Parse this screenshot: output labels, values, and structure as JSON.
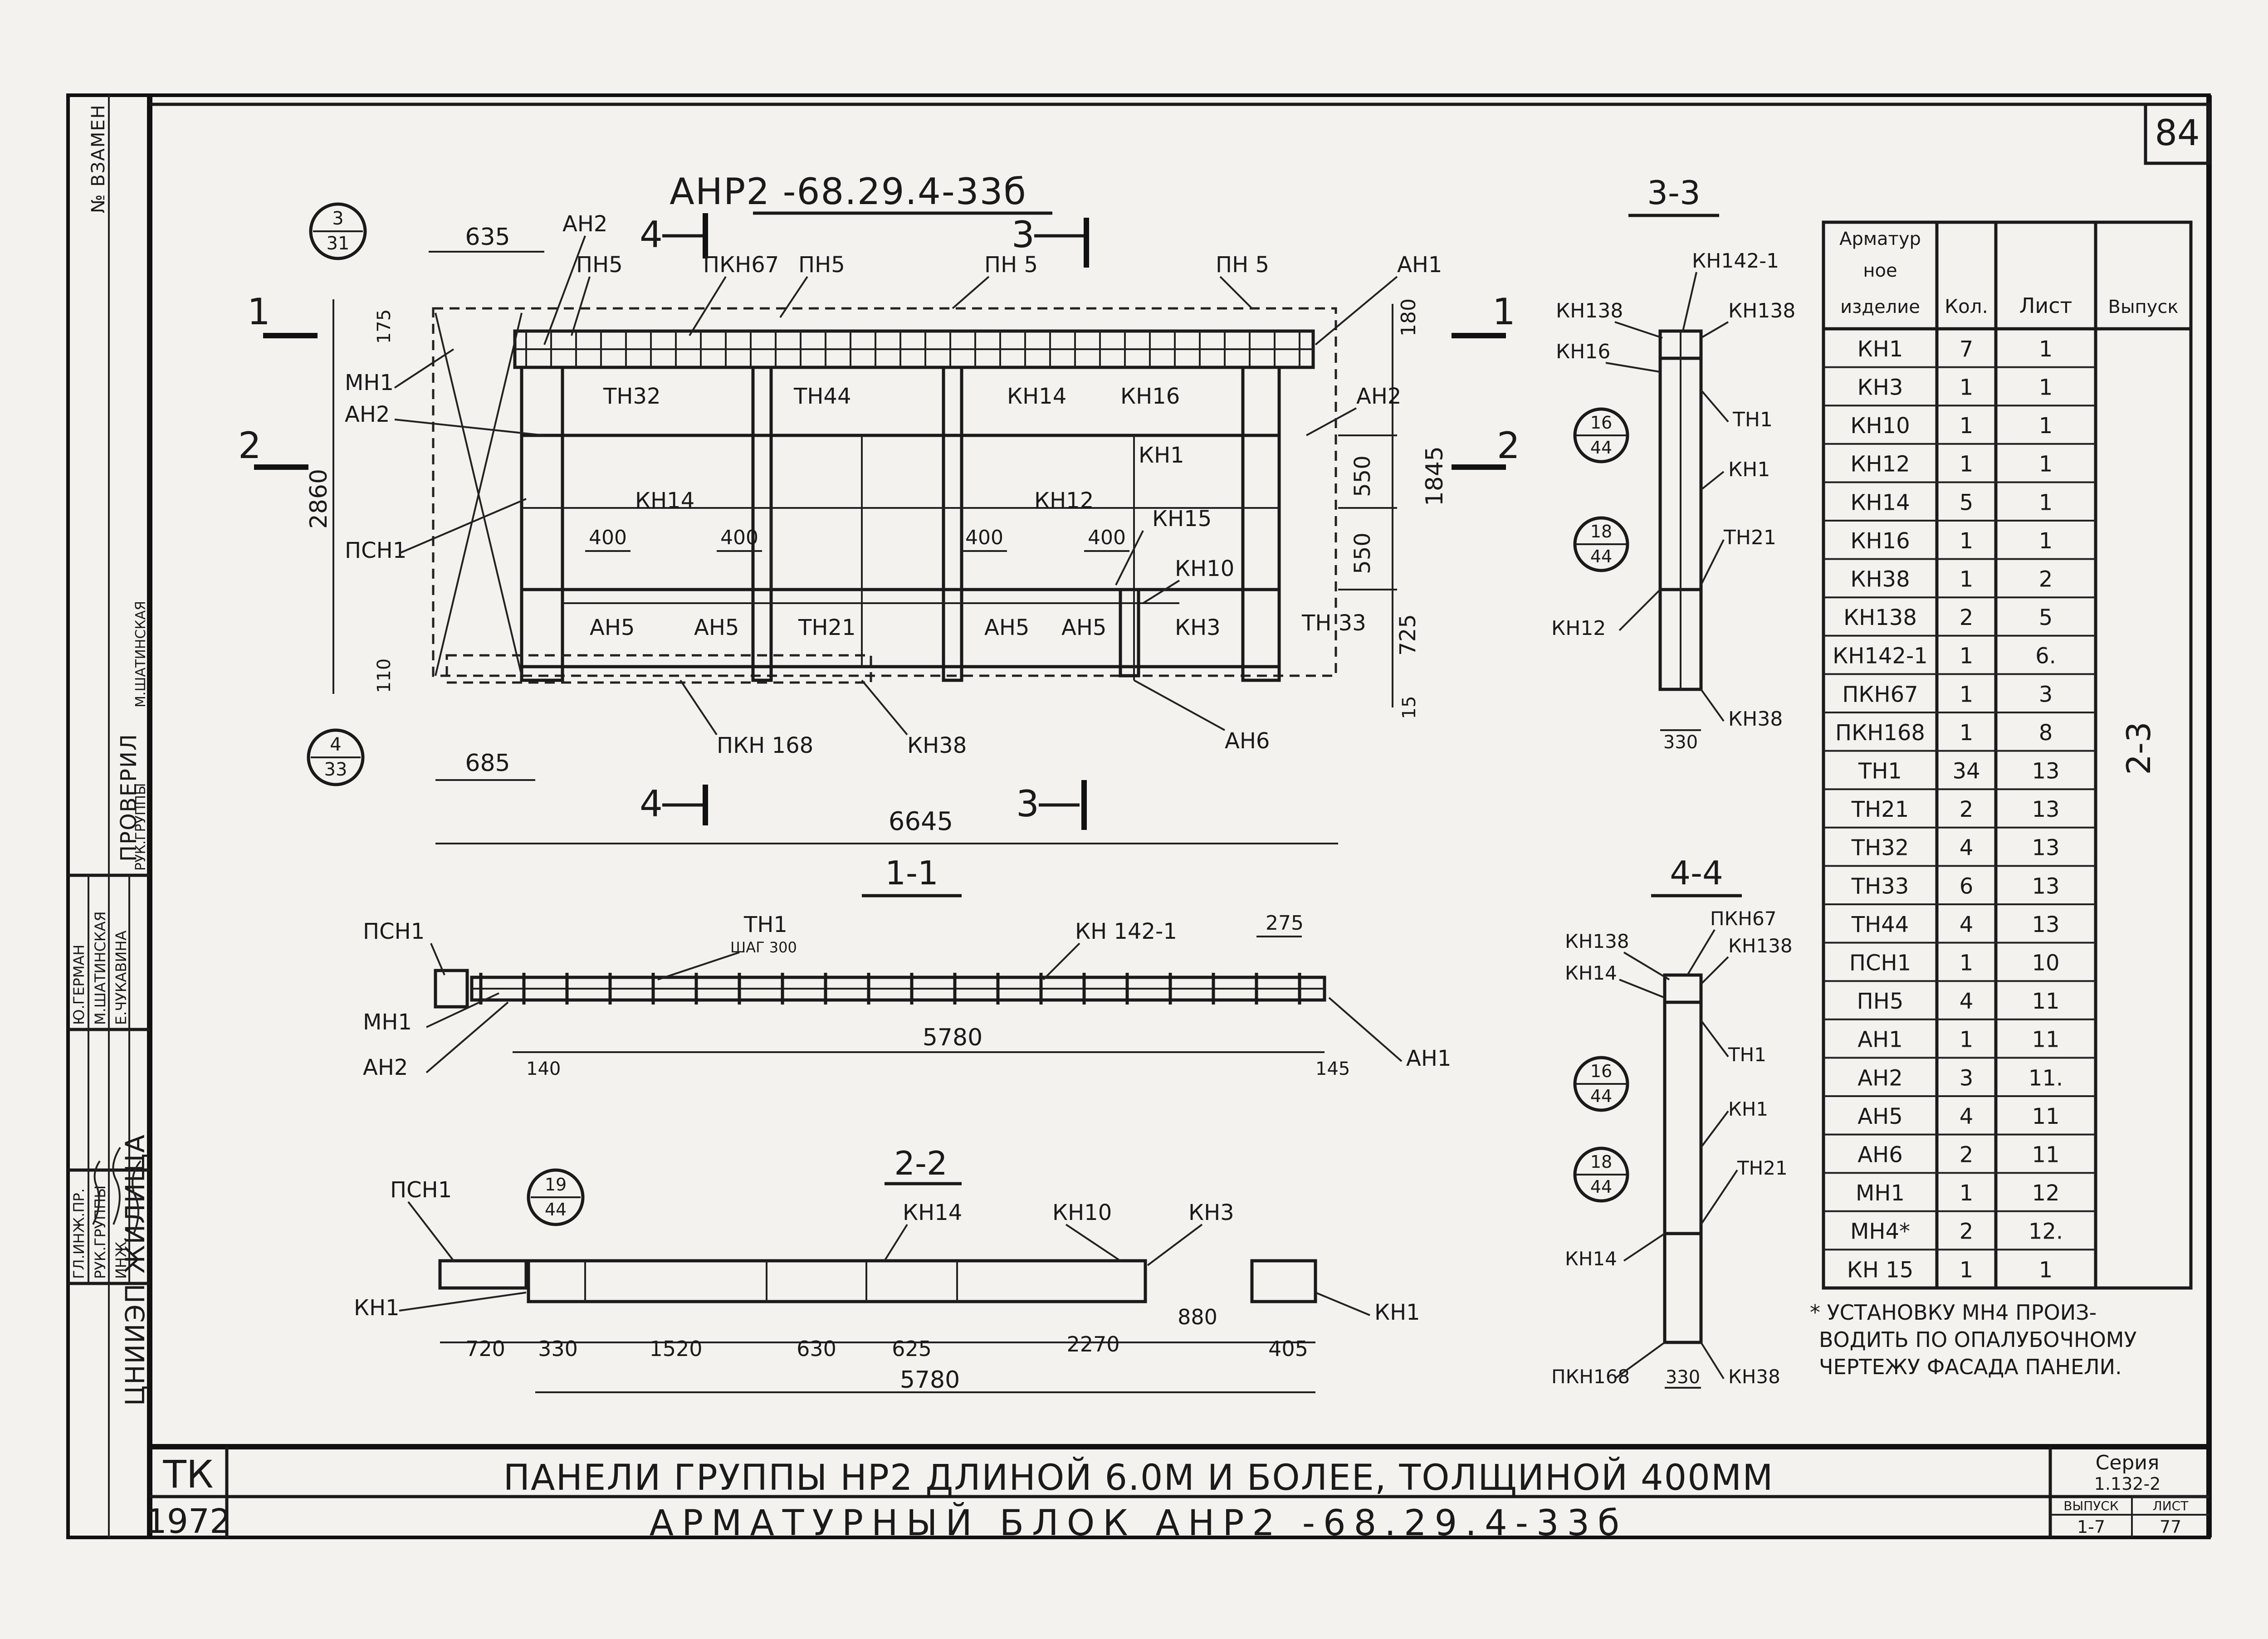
{
  "sheet_number": "84",
  "title_main": "АНР2 -68.29.4-33б",
  "side_stamp": {
    "col1": "№ ВЗАМЕН",
    "checked": "ПРОВЕРИЛ",
    "org": "ЦНИИЭП ЖИЛИЩА",
    "roles": [
      "ГЛ.ИНЖ.ПР.",
      "РУК.ГРУППЫ",
      "ИНЖ."
    ],
    "names": [
      "Ю.ГЕРМАН",
      "М.ШАТИНСКАЯ",
      "Е.ЧУКАВИНА"
    ],
    "checker_role": "РУК.ГРУППЫ",
    "checker_name": "М.ШАТИНСКАЯ"
  },
  "main_view": {
    "labels": {
      "sec3": "3",
      "sec31": "31",
      "sec4": "4",
      "sec33": "33",
      "d635": "635",
      "d175": "175",
      "d180": "180",
      "d2860": "2860",
      "d1845": "1845",
      "d550a": "550",
      "d550b": "550",
      "d725": "725",
      "d110": "110",
      "d15": "15",
      "d685": "685",
      "d6645": "6645",
      "d400a": "400",
      "d400b": "400",
      "d400c": "400",
      "d400d": "400",
      "mark1": "1",
      "mark2": "2",
      "mark3": "3",
      "mark4": "4"
    },
    "callouts": {
      "ah2a": "АН2",
      "ph5a": "ПН5",
      "pkh67": "ПКН67",
      "ph5b": "ПН5",
      "ph5c": "ПН 5",
      "ph5d": "ПН 5",
      "ah1": "АН1",
      "mh1": "МН1",
      "ah2b": "АН2",
      "th32": "ТН32",
      "th44": "ТН44",
      "kh14a": "КН14",
      "kh16": "КН16",
      "ah2c": "АН2",
      "kh1": "КН1",
      "kh12": "КН12",
      "kh15": "КН15",
      "kh14b": "КН14",
      "kh10": "КН10",
      "psh1": "ПСН1",
      "ah5a": "АН5",
      "ah5b": "АН5",
      "th21": "ТН21",
      "ah5c": "АН5",
      "ah5d": "АН5",
      "kh3": "КН3",
      "th33": "ТН 33",
      "pkh168": "ПКН 168",
      "kh38": "КН38",
      "ah6": "АН6"
    }
  },
  "section_11": {
    "title": "1-1",
    "labels": {
      "psh1": "ПСН1",
      "th1": "ТН1",
      "step": "ШАГ 300",
      "kh142": "КН 142-1",
      "d275": "275",
      "mh1": "МН1",
      "ah2": "АН2",
      "ah1": "АН1",
      "d140": "140",
      "d5780": "5780",
      "d145": "145"
    }
  },
  "section_22": {
    "title": "2-2",
    "labels": {
      "psh1": "ПСН1",
      "c19": "19",
      "c44": "44",
      "kh14": "КН14",
      "kh10": "КН10",
      "kh3": "КН3",
      "kh1a": "КН1",
      "kh1b": "КН1",
      "d720": "720",
      "d330": "330",
      "d1520": "1520",
      "d630": "630",
      "d625": "625",
      "d2270": "2270",
      "d880": "880",
      "d405": "405",
      "d5780": "5780"
    }
  },
  "section_33": {
    "title": "3-3",
    "labels": {
      "kh142": "КН142-1",
      "kh138a": "КН138",
      "kh138b": "КН138",
      "kh16": "КН16",
      "c16": "16",
      "c44a": "44",
      "th1": "ТН1",
      "kh1": "КН1",
      "c18": "18",
      "c44b": "44",
      "th21": "ТН21",
      "kh12": "КН12",
      "kh38": "КН38",
      "d330": "330"
    }
  },
  "section_44": {
    "title": "4-4",
    "labels": {
      "kh138a": "КН138",
      "pkh67": "ПКН67",
      "kh14a": "КН14",
      "kh138b": "КН138",
      "th1": "ТН1",
      "c16": "16",
      "c44a": "44",
      "kh1": "КН1",
      "c18": "18",
      "c44b": "44",
      "th21": "ТН21",
      "kh14b": "КН14",
      "pkh168": "ПКН168",
      "d330": "330",
      "kh38": "КН38"
    }
  },
  "spec_table": {
    "headers": [
      "Арматур-ное изделие",
      "Кол.",
      "Лист",
      "Выпуск"
    ],
    "header_lines": [
      "Арматур",
      "ное",
      "изделие"
    ],
    "rows": [
      [
        "КН1",
        "7",
        "1"
      ],
      [
        "КН3",
        "1",
        "1"
      ],
      [
        "КН10",
        "1",
        "1"
      ],
      [
        "КН12",
        "1",
        "1"
      ],
      [
        "КН14",
        "5",
        "1"
      ],
      [
        "КН16",
        "1",
        "1"
      ],
      [
        "КН38",
        "1",
        "2"
      ],
      [
        "КН138",
        "2",
        "5"
      ],
      [
        "КН142-1",
        "1",
        "6."
      ],
      [
        "ПКН67",
        "1",
        "3"
      ],
      [
        "ПКН168",
        "1",
        "8"
      ],
      [
        "ТН1",
        "34",
        "13"
      ],
      [
        "ТН21",
        "2",
        "13"
      ],
      [
        "ТН32",
        "4",
        "13"
      ],
      [
        "ТН33",
        "6",
        "13"
      ],
      [
        "ТН44",
        "4",
        "13"
      ],
      [
        "ПСН1",
        "1",
        "10"
      ],
      [
        "ПН5",
        "4",
        "11"
      ],
      [
        "АН1",
        "1",
        "11"
      ],
      [
        "АН2",
        "3",
        "11."
      ],
      [
        "АН5",
        "4",
        "11"
      ],
      [
        "АН6",
        "2",
        "11"
      ],
      [
        "МН1",
        "1",
        "12"
      ],
      [
        "МН4*",
        "2",
        "12."
      ],
      [
        "КН 15",
        "1",
        "1"
      ]
    ],
    "issue": "2-3",
    "footnote": [
      "* УСТАНОВКУ МН4 ПРОИЗ-",
      "ВОДИТЬ ПО ОПАЛУБОЧНОМУ",
      "ЧЕРТЕЖУ ФАСАДА ПАНЕЛИ."
    ]
  },
  "title_block": {
    "tk": "ТК",
    "year": "1972",
    "line1": "ПАНЕЛИ ГРУППЫ НР2 ДЛИНОЙ 6.0М И БОЛЕЕ, ТОЛЩИНОЙ 400ММ",
    "line2": "АРМАТУРНЫЙ БЛОК АНР2 -68.29.4-33б",
    "series_label": "Серия",
    "series": "1.132-2",
    "issue_label": "ВЫПУСК",
    "issue": "1-7",
    "sheet_label": "ЛИСТ",
    "sheet": "77"
  }
}
